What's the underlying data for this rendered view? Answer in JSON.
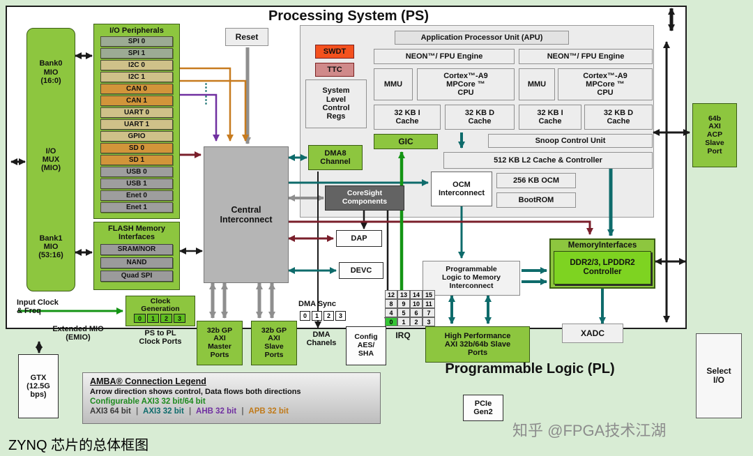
{
  "titles": {
    "ps": "Processing System (PS)",
    "pl": "Programmable Logic (PL)",
    "apu": "Application Processor Unit (APU)",
    "caption": "ZYNQ 芯片的总体框图",
    "watermark": "知乎 @FPGA技术江湖"
  },
  "mio": {
    "bank0": "Bank0\nMIO\n(16:0)",
    "mux": "I/O\nMUX\n(MIO)",
    "bank1": "Bank1\nMIO\n(53:16)"
  },
  "io_peripherals": {
    "title": "I/O Peripherals",
    "items": [
      {
        "label": "SPI 0",
        "color": "#9cab94"
      },
      {
        "label": "SPI 1",
        "color": "#9cab94"
      },
      {
        "label": "I2C 0",
        "color": "#cfc189"
      },
      {
        "label": "I2C 1",
        "color": "#cfc189"
      },
      {
        "label": "CAN 0",
        "color": "#d2953a"
      },
      {
        "label": "CAN 1",
        "color": "#d2953a"
      },
      {
        "label": "UART 0",
        "color": "#cfc189"
      },
      {
        "label": "UART 1",
        "color": "#cfc189"
      },
      {
        "label": "GPIO",
        "color": "#cfc189"
      },
      {
        "label": "SD 0",
        "color": "#d2953a"
      },
      {
        "label": "SD 1",
        "color": "#d2953a"
      },
      {
        "label": "USB 0",
        "color": "#9e9e9e"
      },
      {
        "label": "USB 1",
        "color": "#9e9e9e"
      },
      {
        "label": "Enet 0",
        "color": "#9e9e9e"
      },
      {
        "label": "Enet 1",
        "color": "#9e9e9e"
      }
    ]
  },
  "flash": {
    "title": "FLASH Memory\nInterfaces",
    "items": [
      "SRAM/NOR",
      "NAND",
      "Quad SPI"
    ]
  },
  "clock": {
    "title": "Clock\nGeneration",
    "ports": [
      "0",
      "1",
      "2",
      "3"
    ],
    "caption": "PS to PL\nClock Ports"
  },
  "labels": {
    "input_clock": "Input Clock\n& Freq",
    "emio": "Extended MIO\n(EMIO)",
    "dma_sync": "DMA  Sync",
    "dma_chanels": "DMA\nChanels",
    "irq": "IRQ",
    "ellipsis": "⋮"
  },
  "sync_ports": [
    "0",
    "1",
    "2",
    "3"
  ],
  "boxes": {
    "reset": "Reset",
    "swdt": "SWDT",
    "ttc": "TTC",
    "slcr": "System\nLevel\nControl\nRegs",
    "gtx": "GTX\n(12.5G\nbps)",
    "dap": "DAP",
    "devc": "DEVC",
    "xadc": "XADC",
    "pcie": "PCIe\nGen2",
    "select_io": "Select\nI/O",
    "config_aes": "Config\nAES/\nSHA",
    "central": "Central\nInterconnect",
    "coresight": "CoreSight\nComponents",
    "dma8": "DMA8\nChannel",
    "pl2mem": "Programmable\nLogic to Memory\nInterconnect",
    "acp": "64b\nAXI\nACP\nSlave\nPort",
    "gp_master": "32b GP\nAXI\nMaster\nPorts",
    "gp_slave": "32b GP\nAXI\nSlave\nPorts",
    "hp_ports": "High Performance\nAXI 32b/64b Slave\nPorts"
  },
  "apu": {
    "neon": "NEON™/ FPU Engine",
    "mmu": "MMU",
    "cortex": "Cortex™-A9\nMPCore ™\nCPU",
    "icache": "32 KB I\nCache",
    "dcache": "32 KB D\nCache",
    "gic": "GIC",
    "snoop": "Snoop Control Unit",
    "l2": "512 KB L2 Cache & Controller",
    "ocm_ic": "OCM\nInterconnect",
    "ocm": "256 KB OCM",
    "bootrom": "BootROM"
  },
  "memory": {
    "title": "MemoryInterfaces",
    "ddr": "DDR2/3, LPDDR2\nController"
  },
  "grid": {
    "rows": [
      [
        "12",
        "13",
        "14",
        "15"
      ],
      [
        "8",
        "9",
        "10",
        "11"
      ],
      [
        "4",
        "5",
        "6",
        "7"
      ],
      [
        "0",
        "1",
        "2",
        "3"
      ]
    ]
  },
  "legend": {
    "title": "AMBA® Connection Legend",
    "line1": "Arrow direction shows control, Data flows both directions",
    "line2": "Configurable AXI3 32 bit/64 bit",
    "line2_color": "#1e8a1e",
    "separator": "|",
    "items": [
      {
        "label": "AXI3 64 bit",
        "color": "#3a3a3a"
      },
      {
        "label": "AXI3 32 bit",
        "color": "#0e6b6b"
      },
      {
        "label": "AHB 32 bit",
        "color": "#7030a0"
      },
      {
        "label": "APB 32 bit",
        "color": "#c07a1a"
      }
    ]
  }
}
